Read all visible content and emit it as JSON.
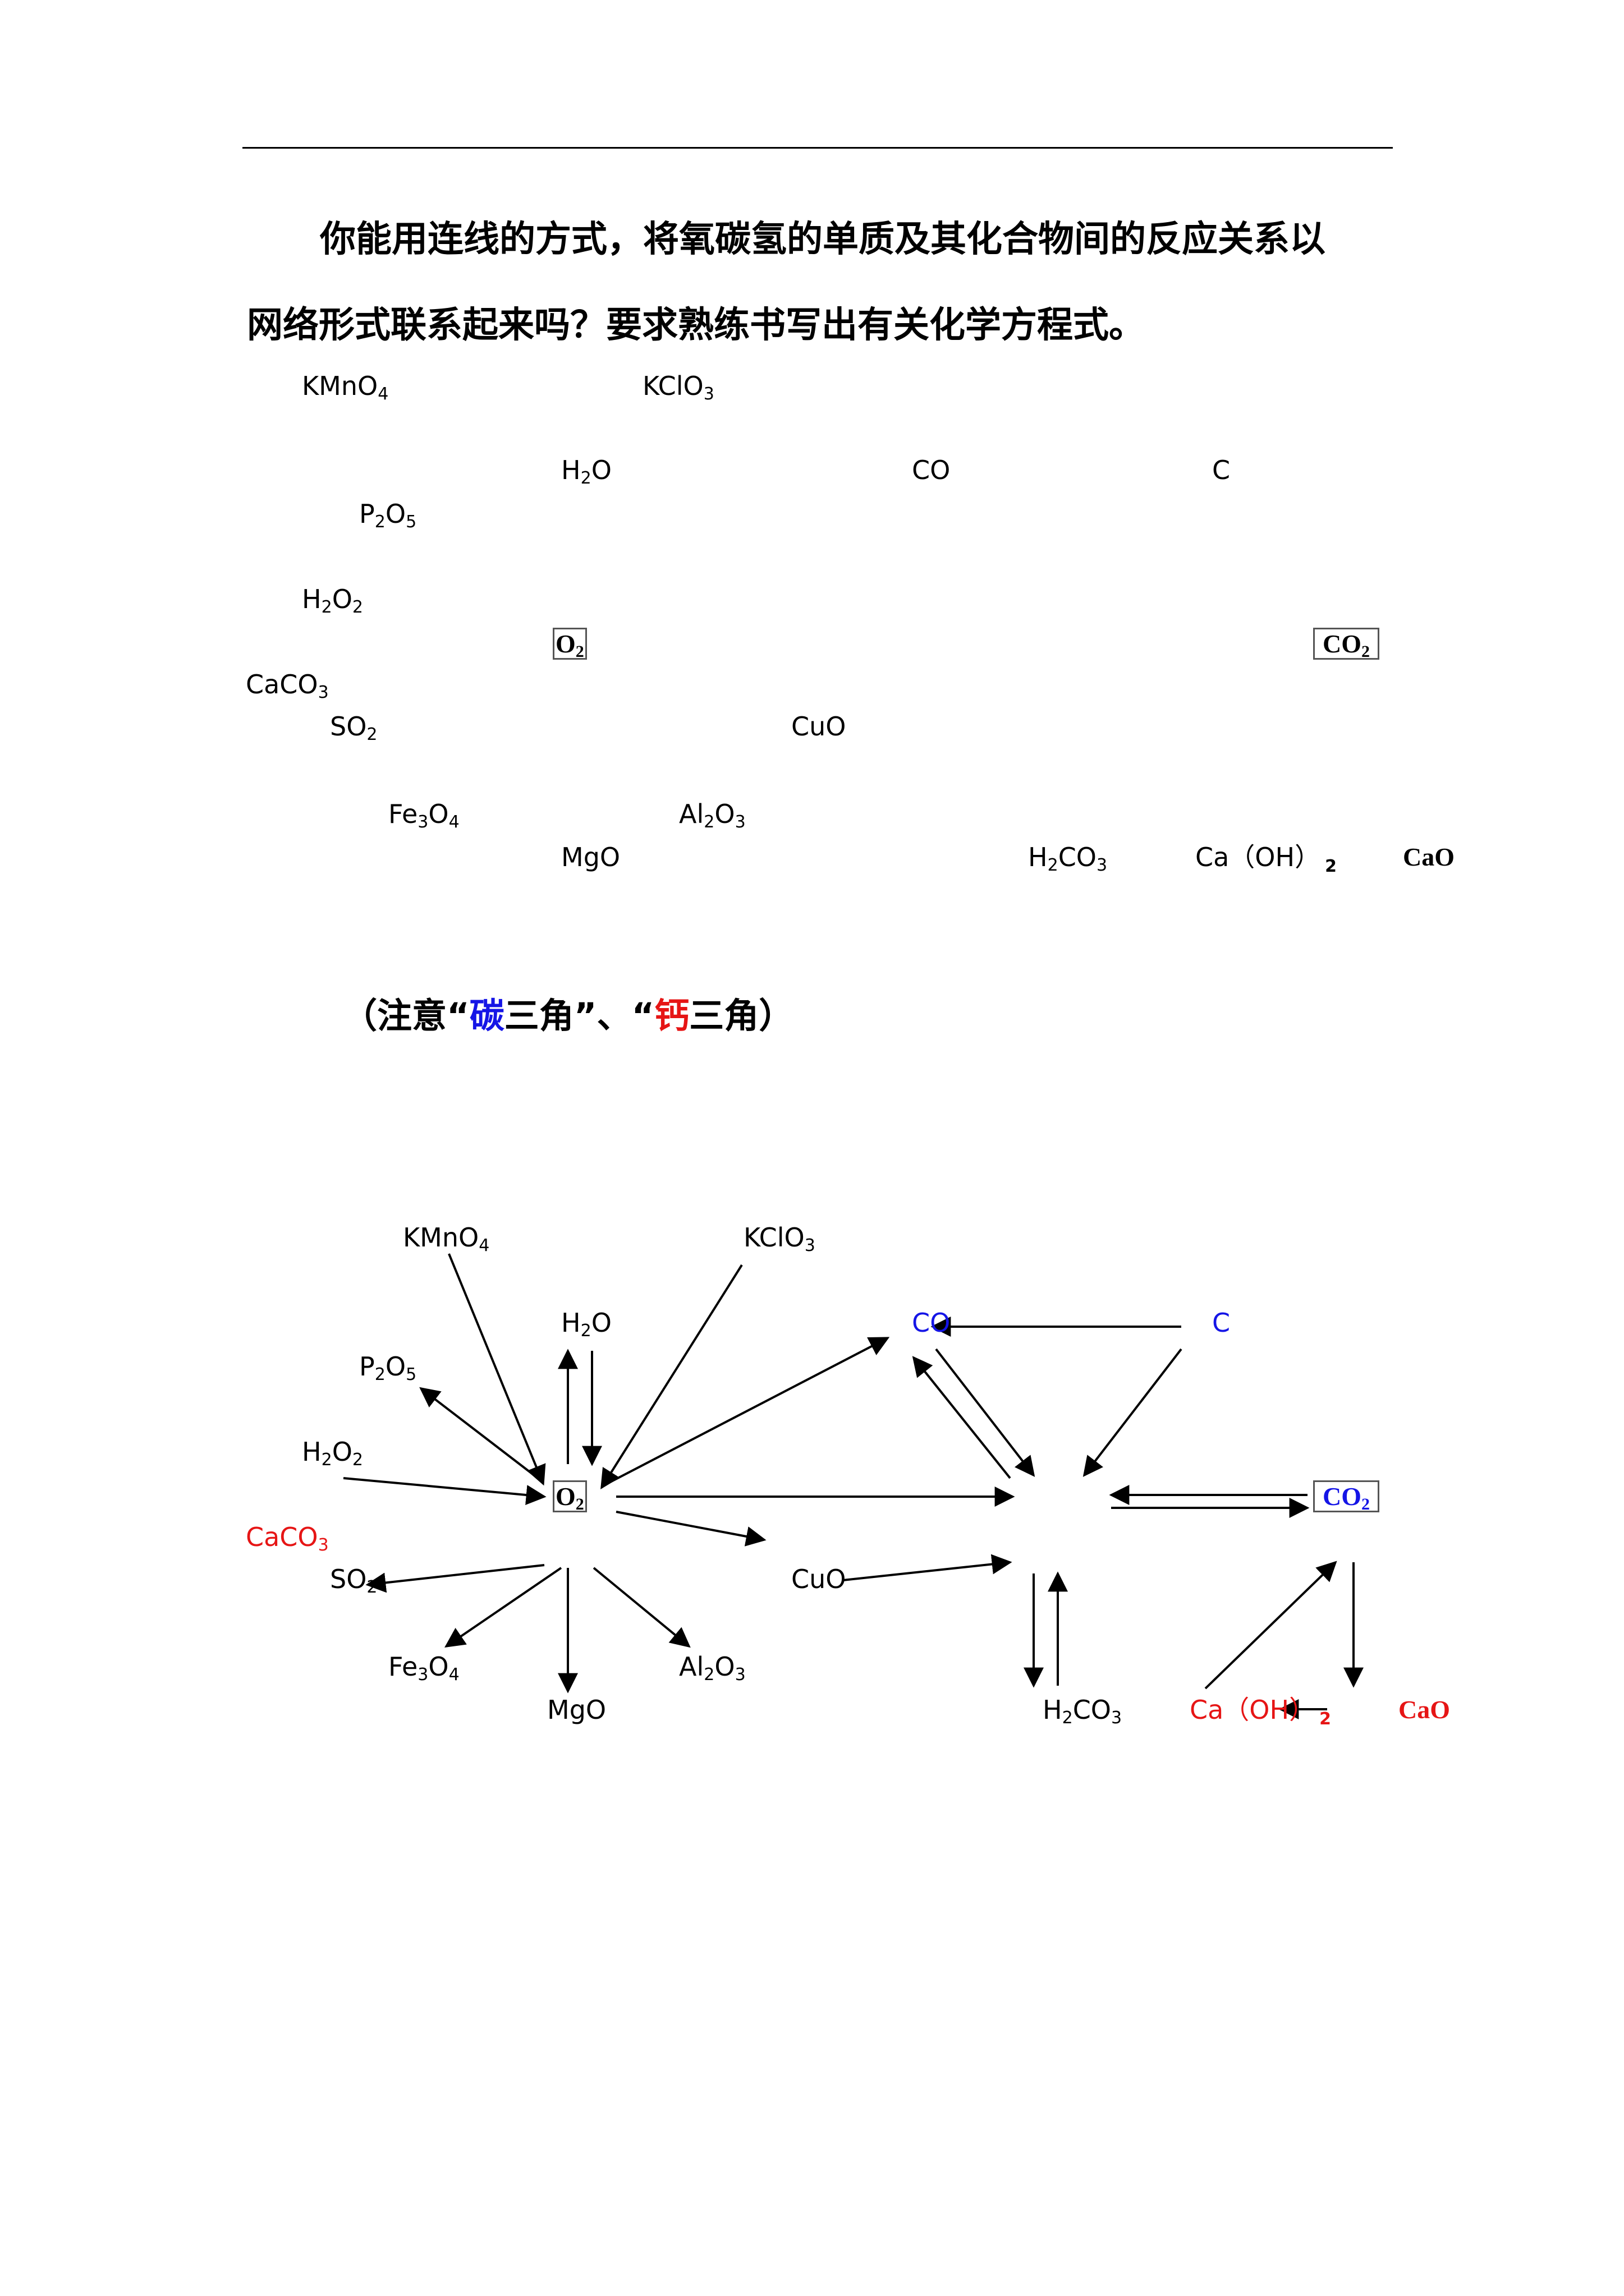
{
  "paragraph": {
    "line1": "你能用连线的方式，将氧碳氢的单质及其化合物间的反应关系以",
    "line2": "网络形式联系起来吗？要求熟练书写出有关化学方程式。"
  },
  "species": {
    "kmno4": "KMnO",
    "kclo3": "KClO",
    "h2o": "H",
    "co": "CO",
    "c": "C",
    "p2o5": "P",
    "h2o2": "H",
    "o2": "O",
    "co2": "CO",
    "caco3": "CaCO",
    "so2": "SO",
    "cuo": "CuO",
    "fe3o4": "Fe",
    "al2o3": "Al",
    "mgo": "MgO",
    "h2co3": "H",
    "caoh2": "Ca（OH）",
    "cao": "CaO"
  },
  "note": {
    "prefix": "（注意“",
    "carbon": "碳",
    "mid": "三角”、“",
    "calcium": "钙",
    "suffix": "三角）"
  },
  "colors": {
    "carbon_triangle": "#1515e6",
    "calcium_triangle": "#e61515",
    "text": "#000000"
  }
}
